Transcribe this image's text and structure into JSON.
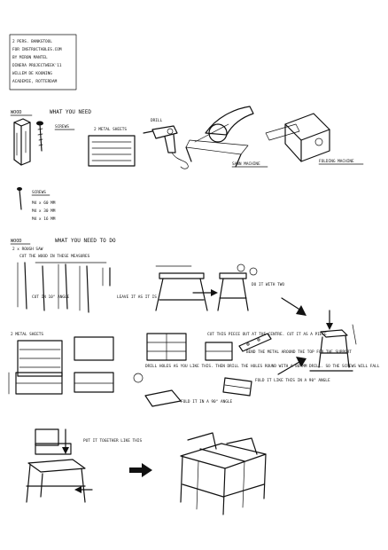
{
  "title_box": {
    "lines": [
      "2 PERS. BANKSTOOL",
      "FOR INSTRUCTABLES.COM",
      "BY MIRON MANTEL",
      "DINERA PROJECTWEEK'11",
      "WILLEM DE KOONING",
      "ACADEMIE, ROTTERDAM"
    ]
  },
  "needs": {
    "wood_label": "WOOD",
    "heading": "WHAT YOU NEED",
    "screws_label": "SCREWS",
    "metal_sheets_label": "2 METAL SHEETS",
    "drill_label": "DRILL",
    "saw_label": "SAWN MACHINE",
    "folding_label": "FOLDING MACHINE",
    "screws_list_title": "SCREWS",
    "screw_sizes": [
      "M4 x 60 MM",
      "M4 x 30 MM",
      "M4 x 16 MM"
    ]
  },
  "steps": {
    "wood_label": "WOOD",
    "heading": "WHAT YOU NEED TO DO",
    "rough_saw": "2 x ROUGH SAW",
    "cut_instruction": "CUT THE WOOD IN THESE MEASURES",
    "cut_angle_note": "CUT IN 10° ANGLE",
    "leave_note": "LEAVE IT AS IT IS",
    "do_it_note": "DO IT WITH TWO",
    "metal_sheets_label": "2 METAL SHEETS",
    "drill_holes_note": "DRILL HOLES AS YOU LIKE THIS. THEN DRILL THE HOLES ROUND WITH A 80 MM DRILL. SO THE SCREWS WILL FALL",
    "cut_this_note": "CUT THIS PIECE OUT AT THE CENTRE. CUT IT AS A PIECE",
    "bend_note": "BEND THE METAL AROUND THE TOP FOR THE SUPPORT",
    "fold_angle_note": "FOLD IT IN A 90° ANGLE",
    "fold_like_note": "FOLD IT LIKE THIS IN A 90° ANGLE",
    "put_together_note": "PUT IT TOGETHER LIKE THIS"
  }
}
